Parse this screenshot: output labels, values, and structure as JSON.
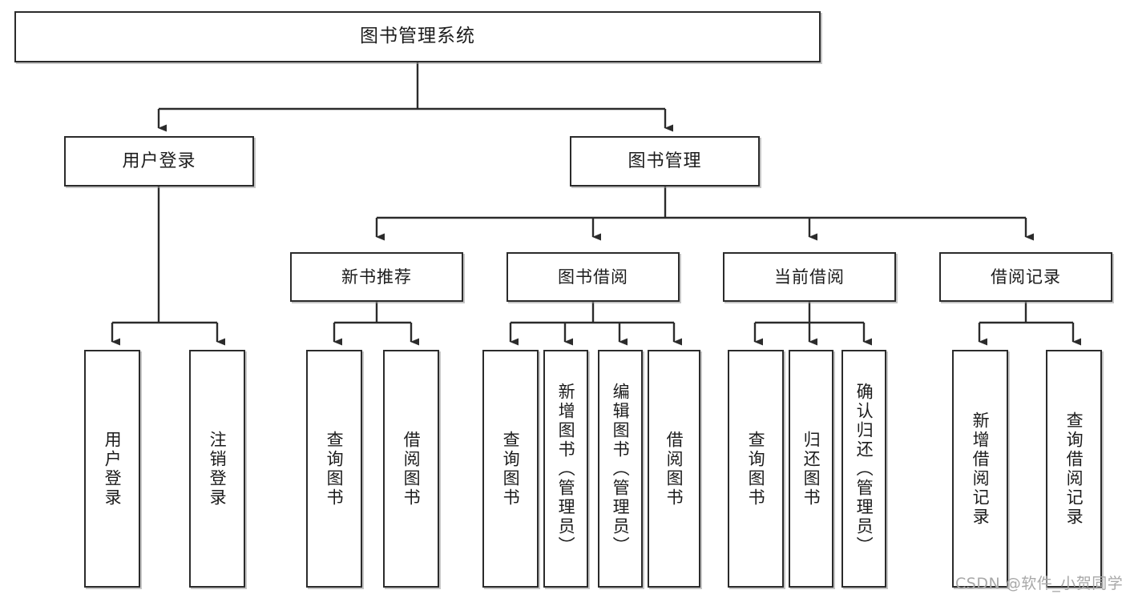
{
  "diagram": {
    "title": "图书管理系统",
    "type": "tree-hierarchy-chart",
    "colors": {
      "box_border": "#2b2b2b",
      "box_fill": "#ffffff",
      "connector": "#2b2b2b",
      "background": "#ffffff",
      "watermark": "#a8a8a8"
    }
  },
  "root": {
    "label": "图书管理系统"
  },
  "level1": [
    {
      "label": "用户登录"
    },
    {
      "label": "图书管理"
    }
  ],
  "level2": [
    {
      "label": "新书推荐"
    },
    {
      "label": "图书借阅"
    },
    {
      "label": "当前借阅"
    },
    {
      "label": "借阅记录"
    }
  ],
  "leaves": {
    "user_login": [
      {
        "label": "用户登录"
      },
      {
        "label": "注销登录"
      }
    ],
    "new_book_recommend": [
      {
        "label": "查询图书"
      },
      {
        "label": "借阅图书"
      }
    ],
    "book_borrow": [
      {
        "label": "查询图书"
      },
      {
        "label": "新增图书（管理员）"
      },
      {
        "label": "编辑图书（管理员）"
      },
      {
        "label": "借阅图书"
      }
    ],
    "current_borrow": [
      {
        "label": "查询图书"
      },
      {
        "label": "归还图书"
      },
      {
        "label": "确认归还（管理员）"
      }
    ],
    "borrow_record": [
      {
        "label": "新增借阅记录"
      },
      {
        "label": "查询借阅记录"
      }
    ]
  },
  "watermark": {
    "text": "CSDN @软件_小贺同学"
  }
}
